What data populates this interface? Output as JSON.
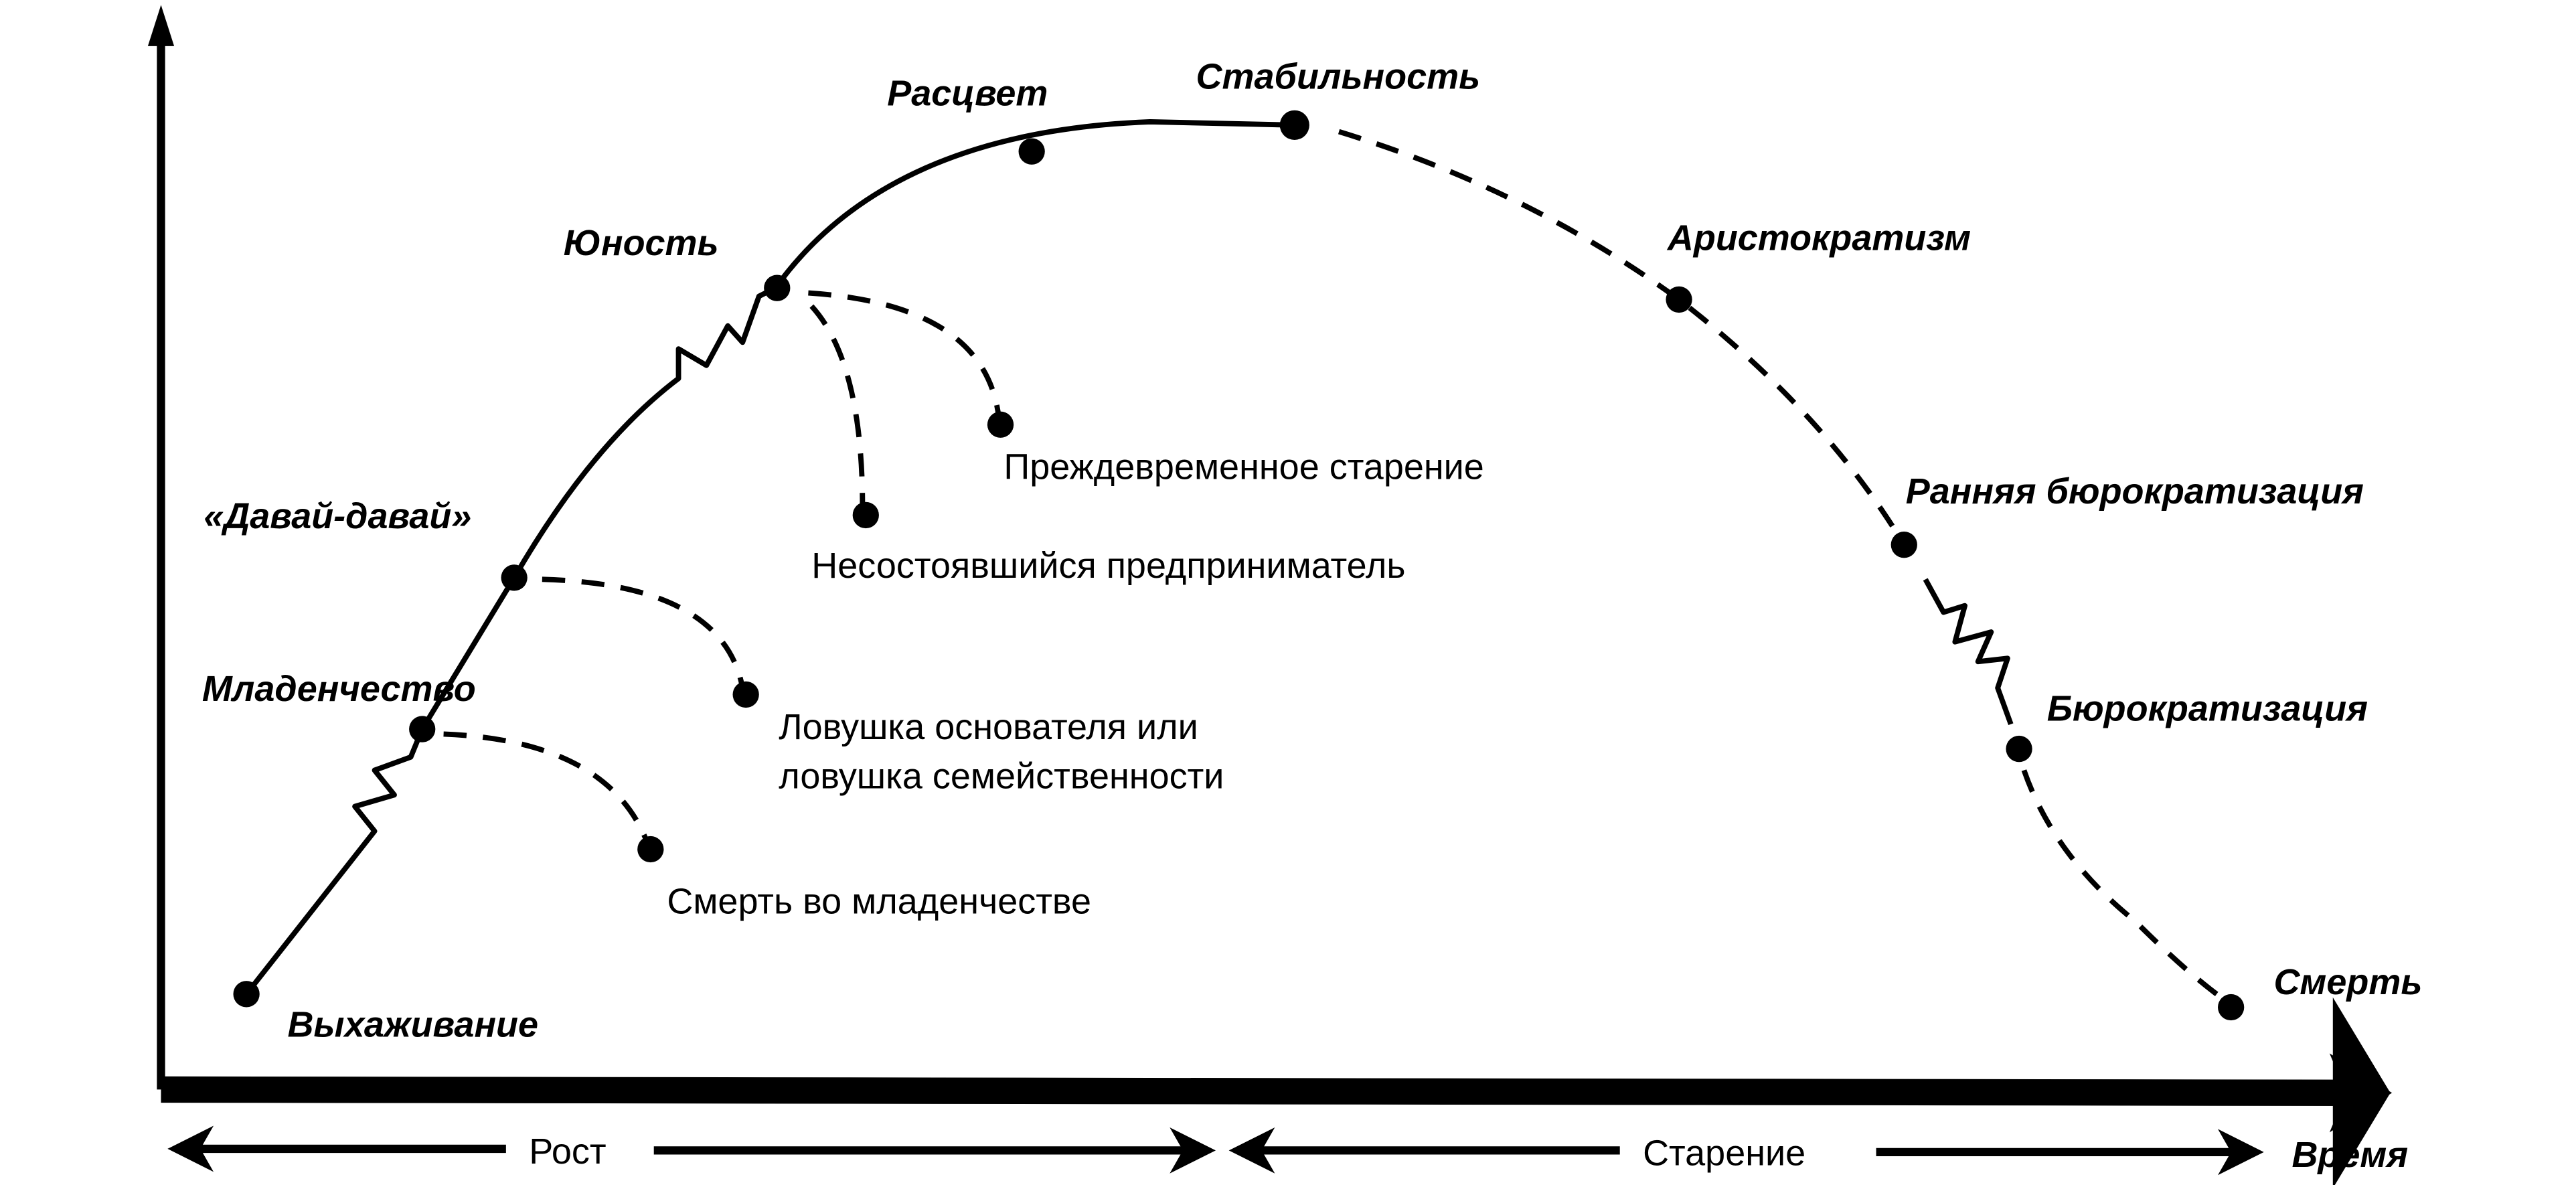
{
  "stages": {
    "courtship": "Выхаживание",
    "infancy": "Младенчество",
    "go_go": "«Давай-давай»",
    "adolescence": "Юность",
    "prime": "Расцвет",
    "stability": "Стабильность",
    "aristocracy": "Аристократизм",
    "early_bureaucracy": "Ранняя бюрократизация",
    "bureaucracy": "Бюрократизация",
    "death": "Смерть"
  },
  "traps": {
    "infant_mortality": "Смерть во  младенчестве",
    "founder_trap_line1": "Ловушка основателя или",
    "founder_trap_line2": "ловушка  семейственности",
    "unfulfilled_entrepreneur": "Несостоявшийся предприниматель",
    "premature_aging": "Преждевременное старение"
  },
  "axis": {
    "growth": "Рост",
    "aging": "Старение",
    "time": "Время"
  }
}
